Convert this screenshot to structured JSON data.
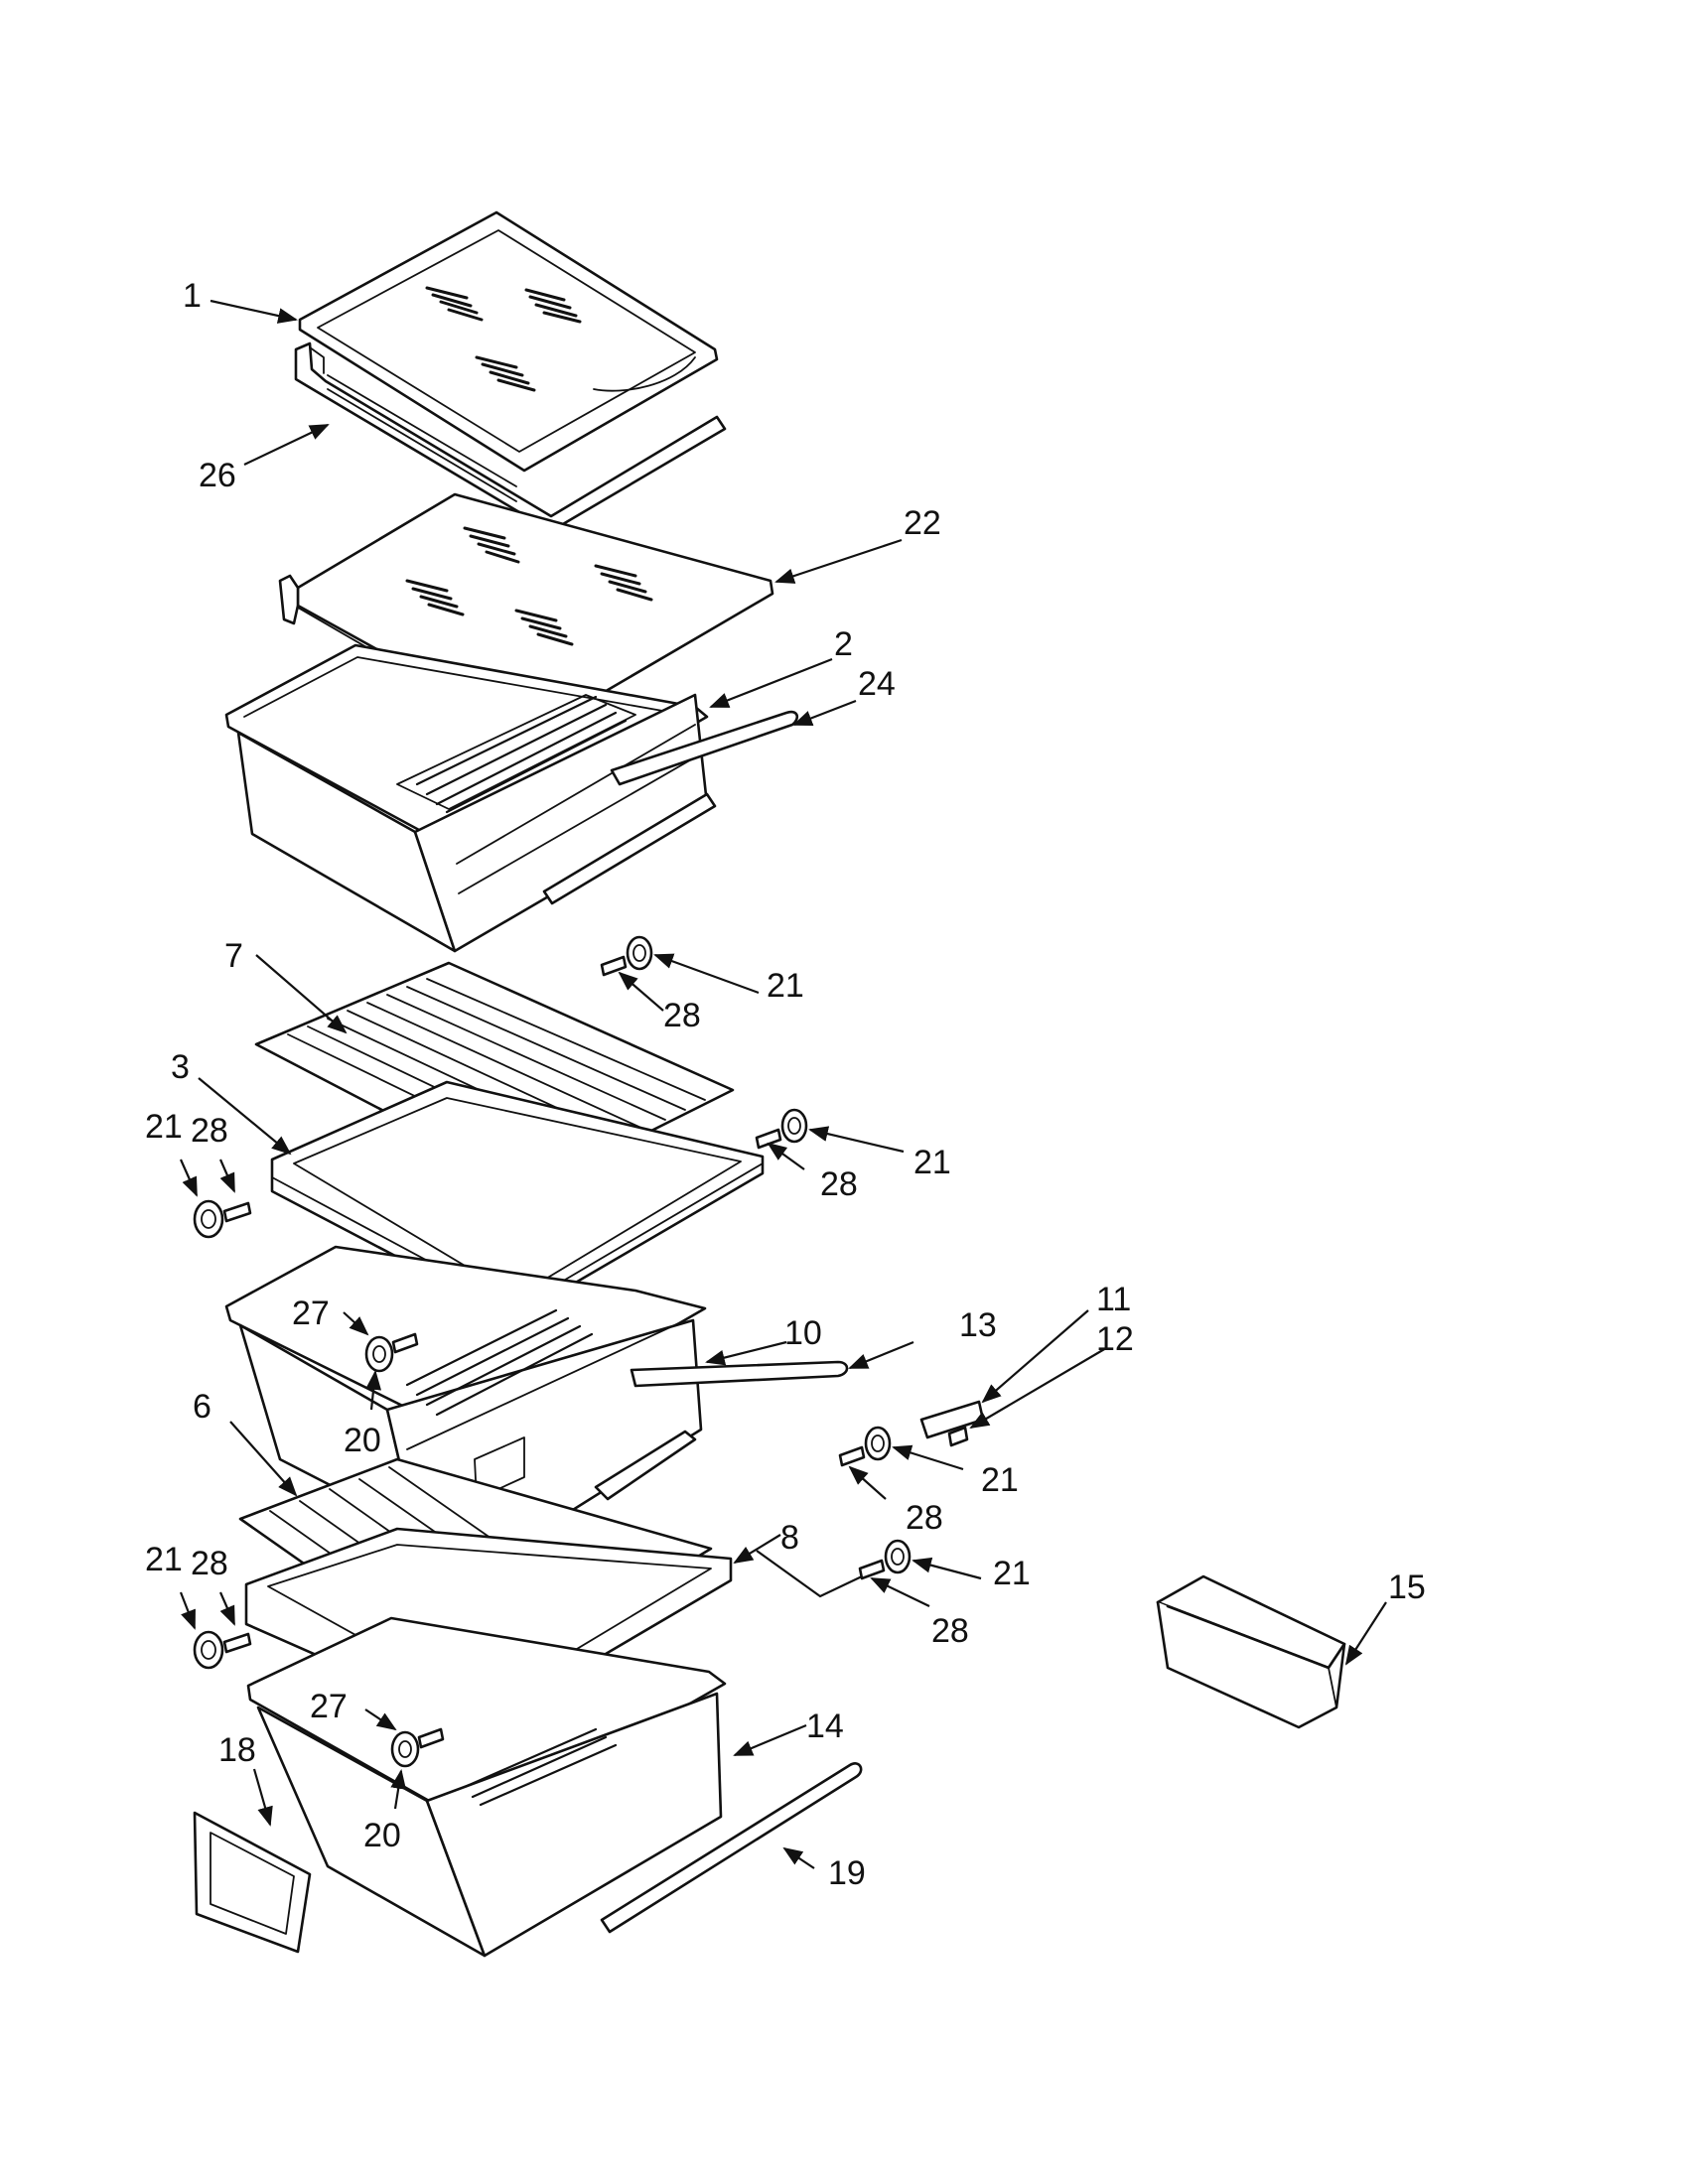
{
  "parts": [
    {
      "id": "c1",
      "label": "1"
    },
    {
      "id": "c26",
      "label": "26"
    },
    {
      "id": "c22",
      "label": "22"
    },
    {
      "id": "c2",
      "label": "2"
    },
    {
      "id": "c24",
      "label": "24"
    },
    {
      "id": "c7",
      "label": "7"
    },
    {
      "id": "c21a",
      "label": "21"
    },
    {
      "id": "c28a",
      "label": "28"
    },
    {
      "id": "c3",
      "label": "3"
    },
    {
      "id": "c21b",
      "label": "21"
    },
    {
      "id": "c28b",
      "label": "28"
    },
    {
      "id": "c21c",
      "label": "21"
    },
    {
      "id": "c28c",
      "label": "28"
    },
    {
      "id": "c27a",
      "label": "27"
    },
    {
      "id": "c20a",
      "label": "20"
    },
    {
      "id": "c10",
      "label": "10"
    },
    {
      "id": "c13",
      "label": "13"
    },
    {
      "id": "c11",
      "label": "11"
    },
    {
      "id": "c12",
      "label": "12"
    },
    {
      "id": "c6",
      "label": "6"
    },
    {
      "id": "c21d",
      "label": "21"
    },
    {
      "id": "c28d",
      "label": "28"
    },
    {
      "id": "c8",
      "label": "8"
    },
    {
      "id": "c21e",
      "label": "21"
    },
    {
      "id": "c28e",
      "label": "28"
    },
    {
      "id": "c21f",
      "label": "21"
    },
    {
      "id": "c28f",
      "label": "28"
    },
    {
      "id": "c15",
      "label": "15"
    },
    {
      "id": "c27b",
      "label": "27"
    },
    {
      "id": "c14",
      "label": "14"
    },
    {
      "id": "c18",
      "label": "18"
    },
    {
      "id": "c20b",
      "label": "20"
    },
    {
      "id": "c19",
      "label": "19"
    }
  ]
}
